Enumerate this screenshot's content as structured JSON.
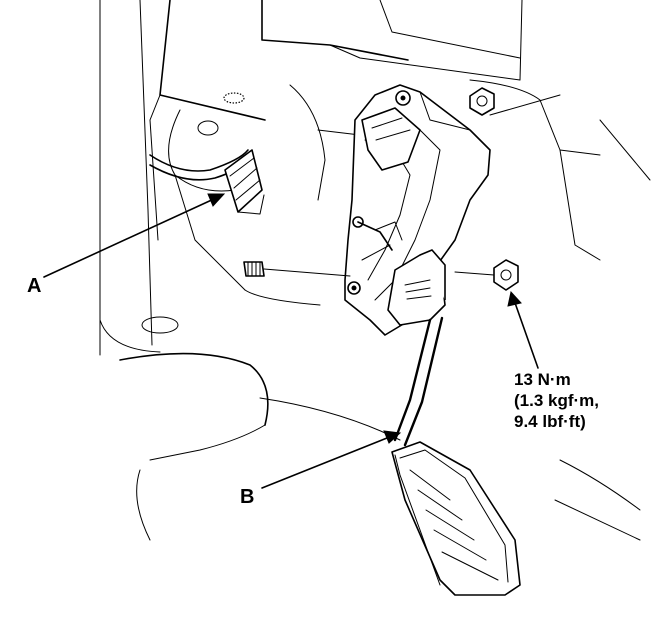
{
  "callouts": {
    "a": "A",
    "b": "B"
  },
  "torque": {
    "line1": "13 N·m",
    "line2": "(1.3 kgf·m,",
    "line3": "9.4 lbf·ft)"
  },
  "colors": {
    "ink": "#000000",
    "paper": "#ffffff"
  },
  "icons": {
    "arrow": "arrow-head-icon",
    "nut": "hex-nut-icon",
    "bolt": "stud-bolt-icon"
  }
}
